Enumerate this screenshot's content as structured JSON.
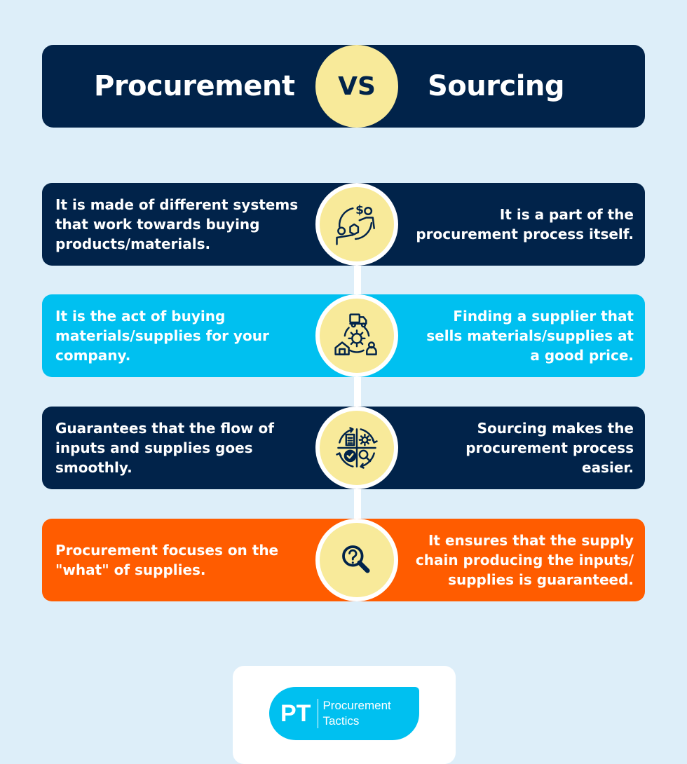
{
  "header": {
    "left_title": "Procurement",
    "vs_label": "VS",
    "right_title": "Sourcing"
  },
  "colors": {
    "background": "#ddeef9",
    "navy": "#01234a",
    "sky": "#00c0f0",
    "orange": "#ff5c00",
    "circle_yellow": "#f8ea9a",
    "white": "#ffffff"
  },
  "rows": [
    {
      "color": "#01234a",
      "icon": "exchange-people-money-box-icon",
      "procurement": [
        "It is made of different systems",
        "that work towards buying",
        "products/materials."
      ],
      "sourcing": [
        "It is a part of the",
        "procurement process itself."
      ]
    },
    {
      "color": "#00c0f0",
      "icon": "supply-chain-gear-icon",
      "procurement": [
        "It is the act of buying",
        "materials/supplies for your",
        "company."
      ],
      "sourcing": [
        "Finding a supplier that",
        "sells materials/supplies at",
        "a good price."
      ]
    },
    {
      "color": "#01234a",
      "icon": "process-cycle-icon",
      "procurement": [
        "Guarantees that the flow of",
        "inputs and supplies goes",
        "smoothly."
      ],
      "sourcing": [
        "Sourcing makes the",
        "procurement process",
        "easier."
      ]
    },
    {
      "color": "#ff5c00",
      "icon": "question-magnifier-icon",
      "procurement": [
        "Procurement focuses on the",
        "\"what\" of supplies."
      ],
      "sourcing": [
        "It ensures that the supply",
        "chain producing the inputs/",
        "supplies is guaranteed."
      ]
    }
  ],
  "footer": {
    "logo_initials": "PT",
    "logo_line1": "Procurement",
    "logo_line2": "Tactics"
  }
}
